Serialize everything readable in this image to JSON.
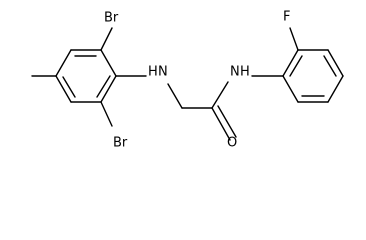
{
  "molecule": {
    "atoms": {
      "br_top": "Br",
      "br_bottom": "Br",
      "nh_left": "H",
      "nh_left_n": "N",
      "nh_right_n": "N",
      "nh_right_h": "H",
      "oxygen": "O",
      "fluorine": "F"
    }
  }
}
